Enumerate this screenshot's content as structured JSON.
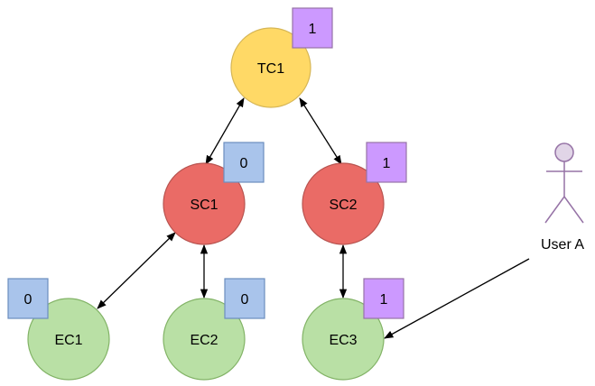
{
  "nodes": {
    "tc1": {
      "label": "TC1",
      "badge": "1"
    },
    "sc1": {
      "label": "SC1",
      "badge": "0"
    },
    "sc2": {
      "label": "SC2",
      "badge": "1"
    },
    "ec1": {
      "label": "EC1",
      "badge": "0"
    },
    "ec2": {
      "label": "EC2",
      "badge": "0"
    },
    "ec3": {
      "label": "EC3",
      "badge": "1"
    }
  },
  "actor": {
    "label": "User A",
    "icon": "actor-icon"
  },
  "colors": {
    "tier1_fill": "#ffd966",
    "tier1_stroke": "#d6b656",
    "tier2_fill": "#ea6b66",
    "tier2_stroke": "#b85450",
    "tier3_fill": "#b9e0a5",
    "tier3_stroke": "#82b366",
    "badge0_fill": "#a9c4eb",
    "badge0_stroke": "#6c8ebf",
    "badge1_fill": "#cc99ff",
    "badge1_stroke": "#9673a6",
    "actor_fill": "#e1d5e7",
    "actor_stroke": "#9673a6"
  }
}
